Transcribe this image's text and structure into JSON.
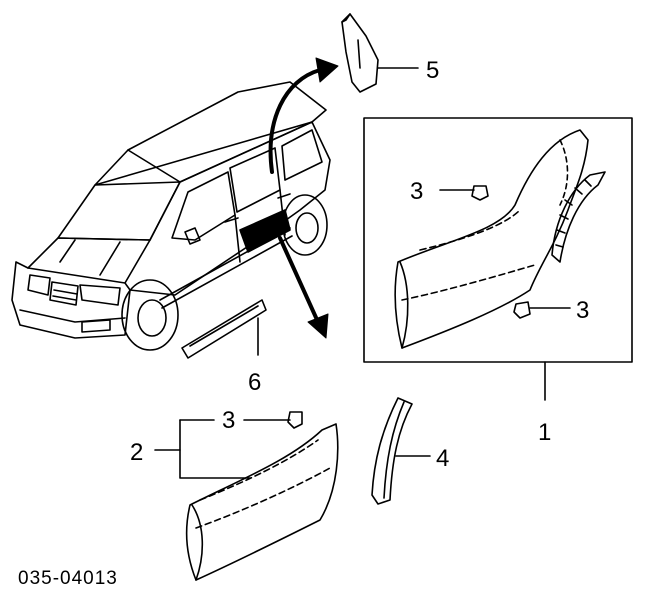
{
  "diagram": {
    "callouts": {
      "c1": "1",
      "c2": "2",
      "c3_top": "3",
      "c3_right": "3",
      "c3_lower": "3",
      "c4": "4",
      "c5": "5",
      "c6": "6"
    },
    "part_number": "035-04013",
    "colors": {
      "ink": "#000000",
      "background": "#ffffff"
    }
  }
}
